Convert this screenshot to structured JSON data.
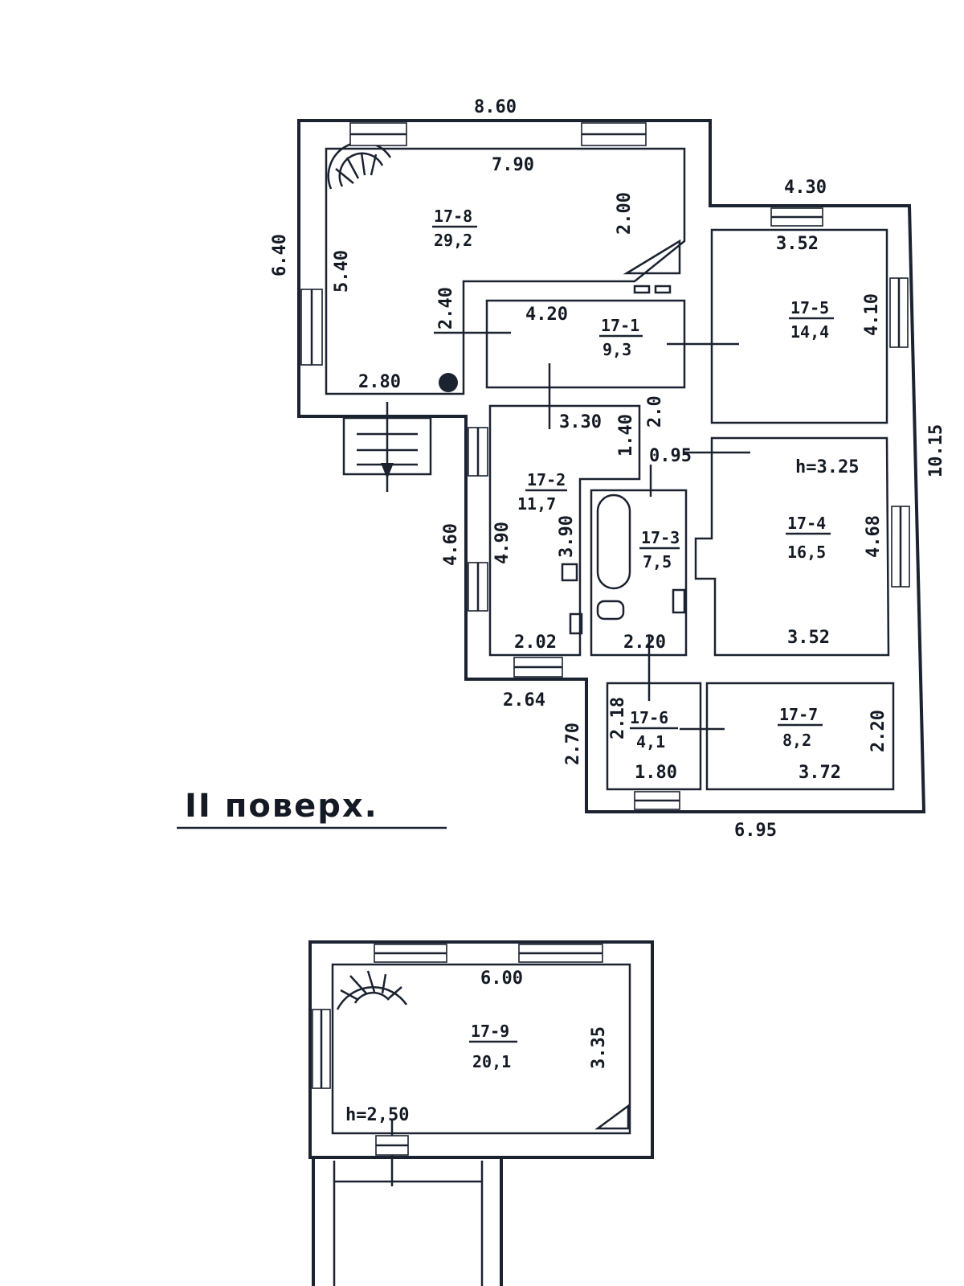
{
  "colors": {
    "ink": "#1b2230",
    "paper": "#ffffff"
  },
  "floor_title": "II поверх.",
  "dims": {
    "top_main": "8.60",
    "inner_top": "7.90",
    "main_right": "2.00",
    "main_left_outer": "6.40",
    "main_left_inner": "5.40",
    "main_bottom": "2.80",
    "corr_left": "2.40",
    "corr_top": "4.20",
    "top_right": "4.30",
    "r5_top": "3.52",
    "r5_side": "4.10",
    "right_overall": "10.15",
    "r2_top": "3.30",
    "r2_step": "1.40",
    "corr_side": "2.0",
    "bath_small": "0.95",
    "height_2f": "h=3.25",
    "left_outer": "4.60",
    "r2_inner": "4.90",
    "r2_mid": "3.90",
    "r4_side": "4.68",
    "r2_bottom": "2.02",
    "bath_bottom": "2.20",
    "r4_bottom": "3.52",
    "left_bottom": "2.64",
    "r6_side_outer": "2.70",
    "r6_side_inner": "2.18",
    "r6_bottom": "1.80",
    "r7_bottom": "3.72",
    "r7_side": "2.20",
    "bottom_overall": "6.95",
    "attic_top": "6.00",
    "attic_side": "3.35",
    "height_attic": "h=2,50"
  },
  "rooms": {
    "r8": {
      "code": "17-8",
      "area": "29,2"
    },
    "r1": {
      "code": "17-1",
      "area": "9,3"
    },
    "r5": {
      "code": "17-5",
      "area": "14,4"
    },
    "r2": {
      "code": "17-2",
      "area": "11,7"
    },
    "r3": {
      "code": "17-3",
      "area": "7,5"
    },
    "r4": {
      "code": "17-4",
      "area": "16,5"
    },
    "r6": {
      "code": "17-6",
      "area": "4,1"
    },
    "r7": {
      "code": "17-7",
      "area": "8,2"
    },
    "r9": {
      "code": "17-9",
      "area": "20,1"
    }
  }
}
